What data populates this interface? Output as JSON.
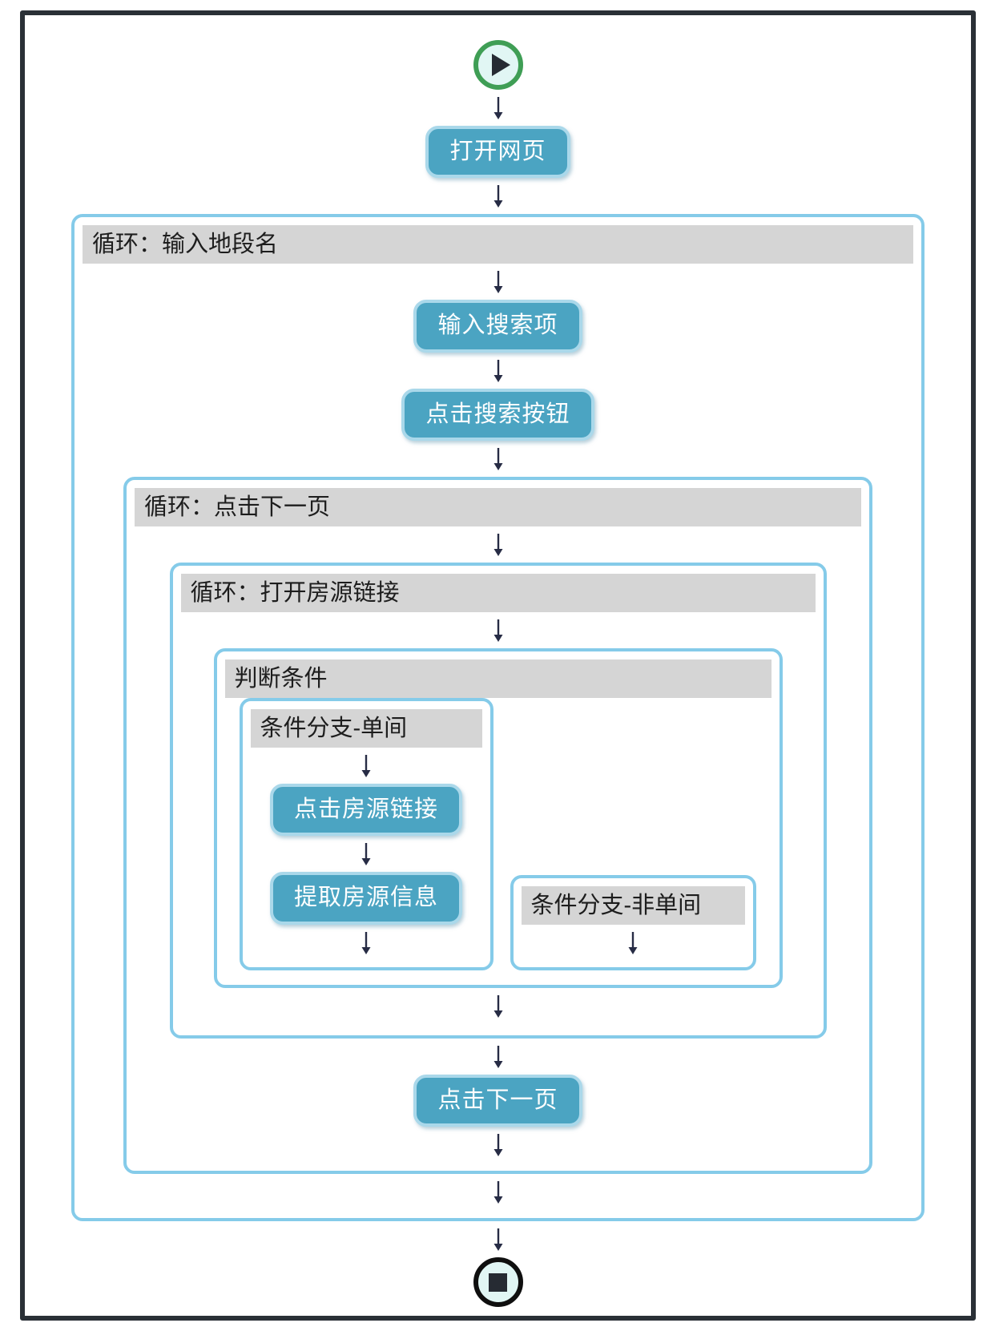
{
  "icons": {
    "start": "play-icon",
    "end": "stop-icon",
    "connector": "arrow-down-icon"
  },
  "colors": {
    "frame_border": "#2a3036",
    "container_border": "#85cbe9",
    "header_bg": "#d5d5d5",
    "header_text": "#1d1d1d",
    "button_bg": "#4ba4c2",
    "button_border": "#aad8ea",
    "button_text": "#ffffff",
    "arrow": "#272c45",
    "start_ring": "#3f9e55",
    "end_ring": "#0f0f0f",
    "terminal_fill": "#e1f6f4"
  },
  "nodes": {
    "open_page": "打开网页",
    "input_search": "输入搜索项",
    "click_search_button": "点击搜索按钮",
    "click_listing_link": "点击房源链接",
    "extract_listing_info": "提取房源信息",
    "click_next_page": "点击下一页"
  },
  "containers": {
    "loop_input_area": "循环：输入地段名",
    "loop_click_next": "循环：点击下一页",
    "loop_open_listing": "循环：打开房源链接",
    "condition": "判断条件",
    "branch_single_room": "条件分支-单间",
    "branch_not_single_room": "条件分支-非单间"
  }
}
